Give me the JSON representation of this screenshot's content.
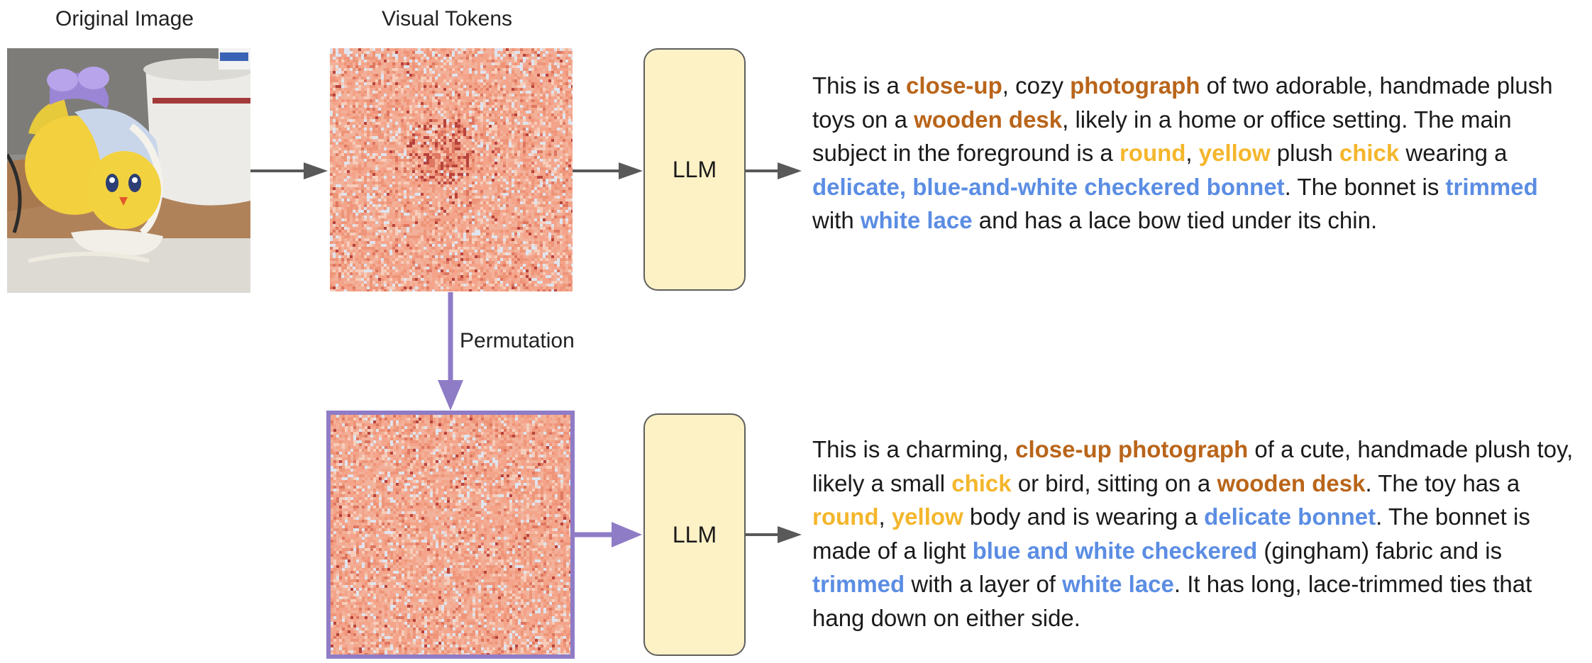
{
  "labels": {
    "original_image": "Original Image",
    "visual_tokens": "Visual Tokens",
    "permutation": "Permutation",
    "llm_top": "LLM",
    "llm_bottom": "LLM"
  },
  "colors": {
    "desk": "#b9651a",
    "chick": "#f4b62c",
    "bonnet": "#5b8de3",
    "permutation_arrow": "#8f7cc6",
    "llm_fill": "#fdf1c6",
    "arrow_gray": "#595959",
    "token_base": "#f4a98e"
  },
  "descriptions": {
    "top": [
      {
        "t": "This is a ",
        "c": ""
      },
      {
        "t": "close-up",
        "c": "brown"
      },
      {
        "t": ", cozy ",
        "c": ""
      },
      {
        "t": "photograph",
        "c": "brown"
      },
      {
        "t": " of two adorable, handmade plush toys on a ",
        "c": ""
      },
      {
        "t": "wooden desk",
        "c": "brown"
      },
      {
        "t": ", likely in a home or office setting. The main subject in the foreground is a ",
        "c": ""
      },
      {
        "t": "round",
        "c": "yellow"
      },
      {
        "t": ", ",
        "c": ""
      },
      {
        "t": "yellow",
        "c": "yellow"
      },
      {
        "t": " plush ",
        "c": ""
      },
      {
        "t": "chick",
        "c": "yellow"
      },
      {
        "t": " wearing a ",
        "c": ""
      },
      {
        "t": "delicate",
        "c": "blue"
      },
      {
        "t": ", ",
        "c": "blue"
      },
      {
        "t": "blue-and-white checkered bonnet",
        "c": "blue"
      },
      {
        "t": ". The bonnet is ",
        "c": ""
      },
      {
        "t": "trimmed",
        "c": "blue"
      },
      {
        "t": " with ",
        "c": ""
      },
      {
        "t": "white lace",
        "c": "blue"
      },
      {
        "t": " and has a lace bow tied under its chin.",
        "c": ""
      }
    ],
    "bottom": [
      {
        "t": "This is a charming, ",
        "c": ""
      },
      {
        "t": "close-up photograph",
        "c": "brown"
      },
      {
        "t": " of a cute, handmade plush toy, likely a small ",
        "c": ""
      },
      {
        "t": "chick",
        "c": "yellow"
      },
      {
        "t": " or bird, sitting on a ",
        "c": ""
      },
      {
        "t": "wooden desk",
        "c": "brown"
      },
      {
        "t": ". The toy has a ",
        "c": ""
      },
      {
        "t": "round",
        "c": "yellow"
      },
      {
        "t": ", ",
        "c": ""
      },
      {
        "t": "yellow",
        "c": "yellow"
      },
      {
        "t": " body and is wearing a ",
        "c": ""
      },
      {
        "t": "delicate bonnet",
        "c": "blue"
      },
      {
        "t": ". The bonnet is made of a light ",
        "c": ""
      },
      {
        "t": "blue and white checkered",
        "c": "blue"
      },
      {
        "t": " (gingham) fabric and is ",
        "c": ""
      },
      {
        "t": "trimmed",
        "c": "blue"
      },
      {
        "t": " with a layer of ",
        "c": ""
      },
      {
        "t": "white lace",
        "c": "blue"
      },
      {
        "t": ". It has long, lace-trimmed ties that hang down on either side.",
        "c": ""
      }
    ]
  }
}
